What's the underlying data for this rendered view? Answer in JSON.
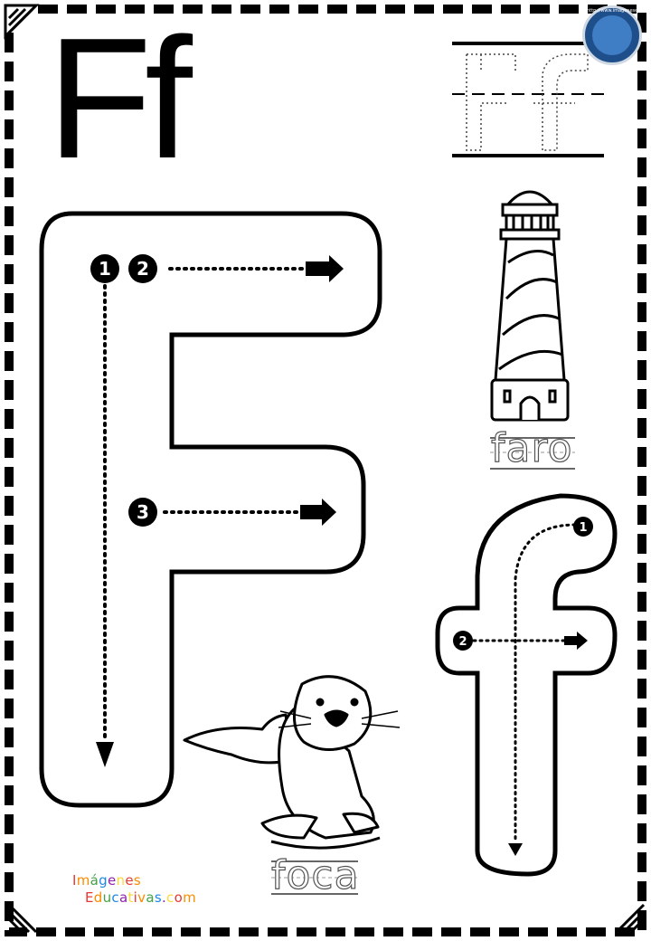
{
  "page": {
    "title": "Ff",
    "big_letter": "F",
    "small_letter": "f"
  },
  "stroke_numbers": {
    "big": [
      "1",
      "2",
      "3"
    ],
    "small": [
      "1",
      "2"
    ]
  },
  "words": {
    "lighthouse": "faro",
    "seal": "foca"
  },
  "logo": {
    "line1": "Imágenes",
    "line2": "Educativas.com",
    "colors": [
      "#e53935",
      "#fb8c00",
      "#43a047",
      "#1e88e5",
      "#8e24aa",
      "#fdd835"
    ]
  },
  "badge": {
    "url": "http://www.imageneseducativas.com"
  },
  "icons": [
    "lighthouse-icon",
    "seal-icon",
    "logo-badge-icon"
  ]
}
